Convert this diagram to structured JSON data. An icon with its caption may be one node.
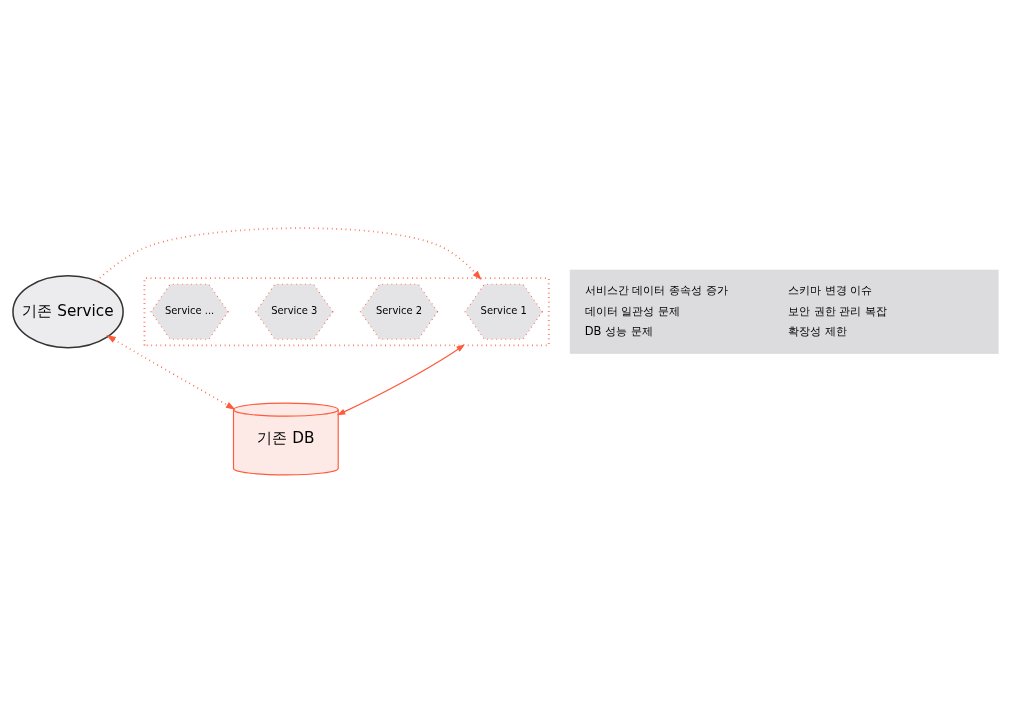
{
  "diagram": {
    "nodes": [
      {
        "text": [
          "기존 Service"
        ]
      },
      {
        "text": [],
        "shape": "box"
      },
      {
        "text": [
          "Service 1"
        ],
        "in": 1
      },
      {
        "text": [
          "Service 2"
        ],
        "in": 1
      },
      {
        "text": [
          "Service 3"
        ],
        "in": 1
      },
      {
        "text": [
          "Service ..."
        ],
        "in": 1
      },
      {
        "text": [
          "기존 DB"
        ]
      },
      {
        "text": [
          "서비스간 데이터 종속성 증가",
          "스키마 변경 이슈",
          "데이터 일관성 문제",
          "보안 권한 관리 복잡",
          "DB 성능 문제",
          "확장성 제한"
        ]
      }
    ],
    "edges": [
      {
        "from": 0,
        "to": 1,
        "arrow": "to",
        "style": "dashed"
      },
      {
        "from": 0,
        "to": 6,
        "arrow": "both",
        "style": "dashed"
      },
      {
        "from": 6,
        "to": 1,
        "arrow": "both"
      }
    ]
  }
}
